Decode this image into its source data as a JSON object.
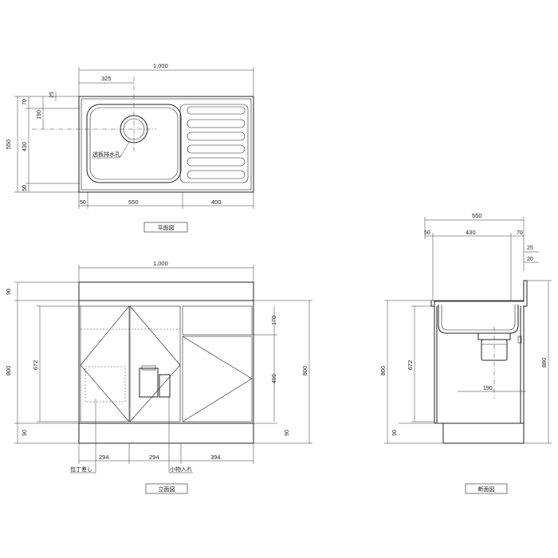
{
  "plan_view": {
    "label": "平面図",
    "drain_label": "透板排水孔",
    "dims": {
      "total_width": "1,000",
      "drain_offset": "325",
      "left_50": "50",
      "bowl_width": "550",
      "drainboard_width": "400",
      "depth_total": "550",
      "back_70": "70",
      "inner_430": "430",
      "front_50": "50",
      "drain_190": "190",
      "edge_25": "25"
    }
  },
  "elevation_view": {
    "label": "立面図",
    "knife_label": "包丁差し",
    "small_items_label": "小物入れ",
    "dims": {
      "total_width": "1,000",
      "top_90": "90",
      "height_800_left": "800",
      "door_672": "672",
      "base_90_left": "90",
      "drawer_170": "170",
      "door_499": "499",
      "height_800_right": "800",
      "base_90_right": "90",
      "w_294_a": "294",
      "w_294_b": "294",
      "w_394": "394"
    }
  },
  "section_view": {
    "label": "断面図",
    "dims": {
      "total_depth": "550",
      "front_50": "50",
      "inner_430": "430",
      "back_70": "70",
      "edge_25": "25",
      "edge_20": "20",
      "height_800": "800",
      "door_672": "672",
      "base_90": "90",
      "total_880": "880",
      "drain_190": "190"
    }
  }
}
